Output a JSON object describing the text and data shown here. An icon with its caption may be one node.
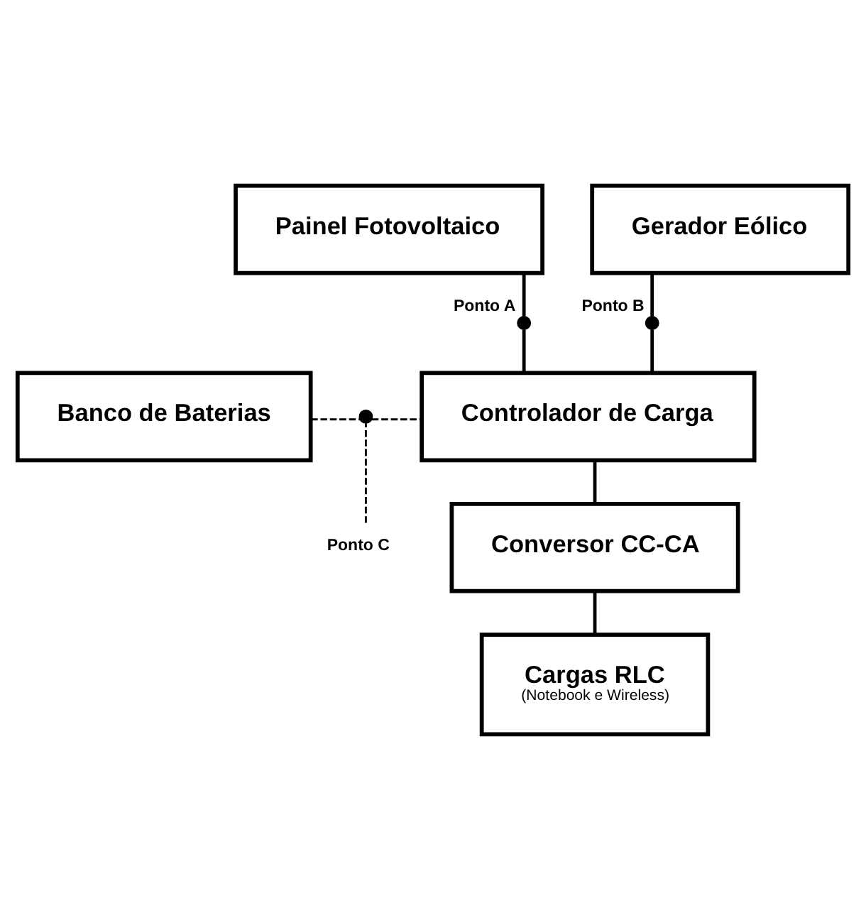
{
  "diagram": {
    "nodes": [
      {
        "text": [
          "Painel Fotovoltaico"
        ]
      },
      {
        "text": [
          "Gerador Eólico"
        ]
      },
      {
        "text": [],
        "shape": "circle",
        "beside": [
          "Ponto A"
        ]
      },
      {
        "text": [],
        "shape": "circle",
        "beside": [
          "Ponto B"
        ]
      },
      {
        "text": [
          "Banco de Baterias"
        ]
      },
      {
        "text": [
          "Controlador de Carga"
        ]
      },
      {
        "text": [],
        "shape": "circle"
      },
      {
        "text": [
          "Ponto C"
        ]
      },
      {
        "text": [
          "Conversor CC-CA"
        ]
      },
      {
        "text": [
          "Cargas RLC",
          "(Notebook e Wireless)"
        ]
      }
    ],
    "edges": [
      {
        "from": 0,
        "to": 2,
        "arrow": "none"
      },
      {
        "from": 2,
        "to": 5,
        "arrow": "none"
      },
      {
        "from": 1,
        "to": 3,
        "arrow": "none"
      },
      {
        "from": 3,
        "to": 5,
        "arrow": "none"
      },
      {
        "from": 4,
        "to": 6,
        "arrow": "none",
        "style": "dashed"
      },
      {
        "from": 6,
        "to": 5,
        "arrow": "none",
        "style": "dashed"
      },
      {
        "from": 7,
        "to": 6,
        "arrow": "none",
        "style": "dashed"
      },
      {
        "from": 5,
        "to": 8,
        "arrow": "none"
      },
      {
        "from": 8,
        "to": 9,
        "arrow": "none"
      }
    ]
  }
}
